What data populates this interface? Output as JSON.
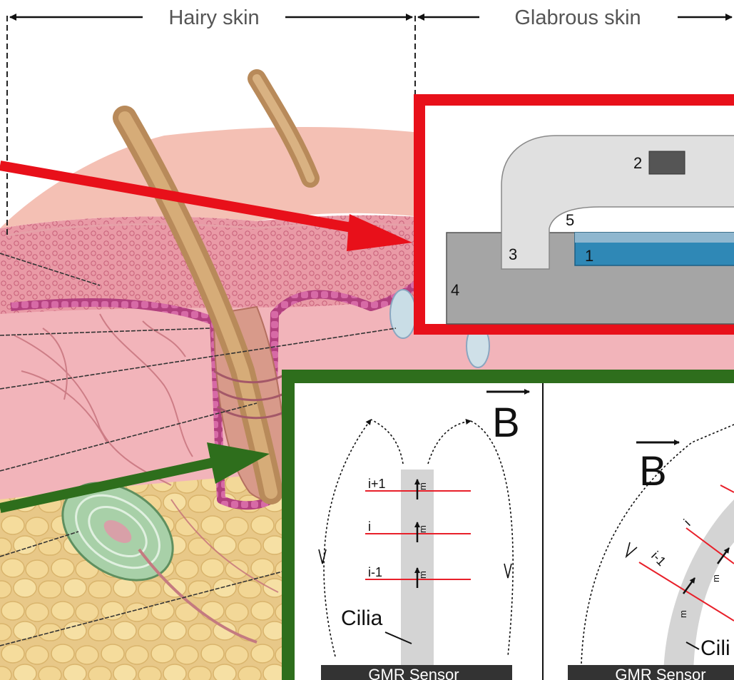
{
  "header": {
    "hairy_label": "Hairy skin",
    "glabrous_label": "Glabrous skin"
  },
  "red_inset": {
    "label_1": "1",
    "label_2": "2",
    "label_3": "3",
    "label_4": "4",
    "label_5": "5"
  },
  "green_inset": {
    "left_panel": {
      "field_label": "B",
      "layers": [
        "i+1",
        "i",
        "i-1"
      ],
      "moment_label": "m",
      "cilia_label": "Cilia",
      "sensor_label": "GMR Sensor"
    },
    "right_panel": {
      "field_label": "B",
      "layers": [
        "i",
        "i-1"
      ],
      "moment_label": "m",
      "cilia_label": "Cili",
      "sensor_label": "GMR Sensor"
    }
  },
  "colors": {
    "red_frame": "#e8101a",
    "green_frame": "#2e6e1c",
    "sensor_blue": "#2f88b6",
    "gmr_bar": "#333333",
    "skin_pink": "#e89aa4",
    "fat_yellow": "#f0d48a"
  }
}
